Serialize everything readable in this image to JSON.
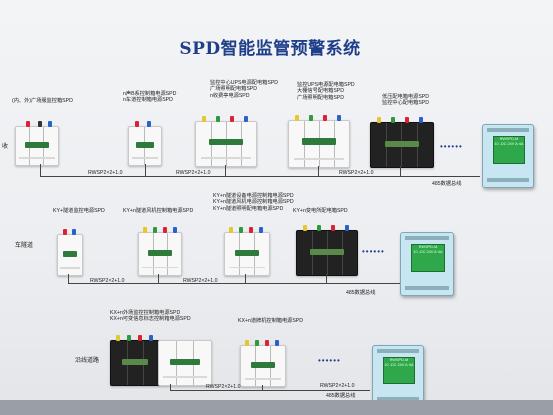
{
  "title": "SPD智能监管预警系统",
  "row1": {
    "side_label": "收",
    "labels": {
      "a": "(内、外)广场服监控箱SPD",
      "b": [
        "n声B系控制箱电源SPD",
        "n车道控制箱电源SPD"
      ],
      "c": [
        "监控中心UPS电源配电箱SPD",
        "广场照明配电箱SPD",
        "n收费亭电源SPD"
      ],
      "d": [
        "监控UPS电源配电箱SPD",
        "大棚信号配电箱SPD",
        "广场照明配电箱SPD"
      ],
      "e": [
        "低压配电箱电源SPD",
        "监控中心配电箱SPD"
      ]
    },
    "wire_labels": [
      "RWSP2×2+1.0",
      "RWSP2×2+1.0",
      "RWSP2×2+1.0"
    ],
    "bus_label": "485数据总线"
  },
  "row2": {
    "side_label": "车隧道",
    "labels": {
      "a": "KY+隧道监控电源SPD",
      "b": "KY+n隧道风机控制箱电源SPD",
      "c": [
        "KY+n隧道设备电源控制箱电源SPD",
        "KY+n隧道风机电源控制箱电源SPD",
        "KY+n隧道照明配电箱电源SPD"
      ],
      "d": "KY+n变电所配电箱SPD"
    },
    "wire_labels": [
      "RWSP2×2+1.0",
      "RWSP2×2+1.0"
    ],
    "bus_label": "485数据总线"
  },
  "row3": {
    "side_label": "沿线道路",
    "labels": {
      "a": [
        "KX+n外场监控控制箱电源SPD",
        "KX+n可变信息标志控制箱电源SPD"
      ],
      "b": "KX+n道牌机控制箱电源SPD"
    },
    "wire_labels": [
      "RWSP2×2+1.0",
      "RWSP2×2+1.0"
    ],
    "bus_label": "485数据总线"
  },
  "monitor_screen": [
    "RWSPD-M",
    "10 -DC 24V A·4A"
  ],
  "dots": "••••••",
  "colors": {
    "title": "#1f3f8a",
    "screen": "#2ea84a",
    "monitor_case": "#c7e6f2",
    "module_dark": "#222222"
  }
}
